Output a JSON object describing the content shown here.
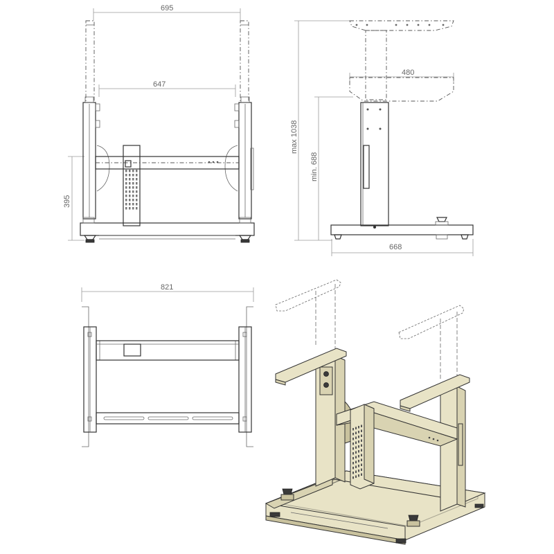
{
  "dimensions": {
    "front_top_width": "695",
    "front_inner_width": "647",
    "front_height": "395",
    "side_max_height": "max 1038",
    "side_min_height": "min. 688",
    "side_top_width": "480",
    "side_base_width": "668",
    "top_view_width": "821"
  },
  "colors": {
    "frame_cream": "#e8e3c6",
    "line": "#333333",
    "dimension": "#9a9a9a"
  }
}
